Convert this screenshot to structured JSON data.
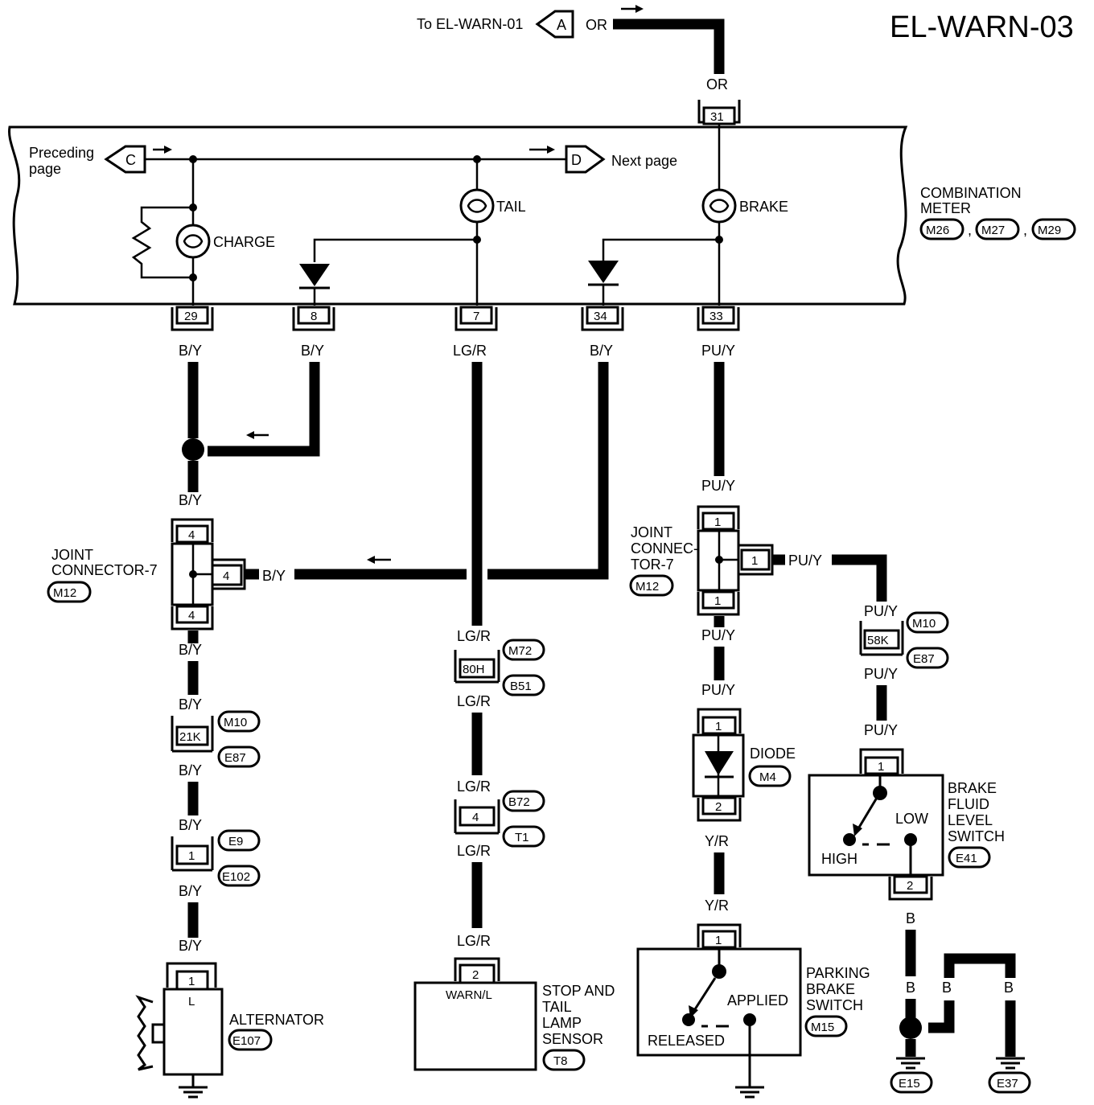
{
  "title": "EL-WARN-03",
  "refs": {
    "to_warn01": "To EL-WARN-01",
    "arrow_a": "A",
    "arrow_c": "C",
    "arrow_d": "D",
    "preceding_1": "Preceding",
    "preceding_2": "page",
    "next_page": "Next page"
  },
  "combination_meter": {
    "label_1": "COMBINATION",
    "label_2": "METER",
    "connectors": [
      "M26",
      "M27",
      "M29"
    ],
    "lamps": {
      "charge": "CHARGE",
      "tail": "TAIL",
      "brake": "BRAKE"
    },
    "pins": {
      "p31": "31",
      "p29": "29",
      "p8": "8",
      "p7": "7",
      "p34": "34",
      "p33": "33"
    }
  },
  "wires": {
    "or": "OR",
    "by": "B/Y",
    "lgr": "LG/R",
    "puy": "PU/Y",
    "yr": "Y/R",
    "b": "B"
  },
  "joint_connector_left": {
    "label_1": "JOINT",
    "label_2": "CONNECTOR-7",
    "code": "M12",
    "pin_top": "4",
    "pin_side": "4",
    "pin_bottom": "4"
  },
  "joint_connector_right": {
    "label_1": "JOINT",
    "label_2": "CONNEC-",
    "label_3": "TOR-7",
    "code": "M12",
    "pin_top": "1",
    "pin_side": "1",
    "pin_bottom": "1"
  },
  "inline_21k": {
    "pin": "21K",
    "code_top": "M10",
    "code_bottom": "E87"
  },
  "inline_1": {
    "pin": "1",
    "code_top": "E9",
    "code_bottom": "E102"
  },
  "inline_80h": {
    "pin": "80H",
    "code_top": "M72",
    "code_bottom": "B51"
  },
  "inline_4": {
    "pin": "4",
    "code_top": "B72",
    "code_bottom": "T1"
  },
  "inline_58k": {
    "pin": "58K",
    "code_top": "M10",
    "code_bottom": "E87"
  },
  "alternator": {
    "label": "ALTERNATOR",
    "code": "E107",
    "pin": "1",
    "terminal": "L"
  },
  "stop_tail_sensor": {
    "label_1": "STOP AND",
    "label_2": "TAIL",
    "label_3": "LAMP",
    "label_4": "SENSOR",
    "code": "T8",
    "pin": "2",
    "terminal": "WARN/L"
  },
  "diode": {
    "label": "DIODE",
    "code": "M4",
    "pin_top": "1",
    "pin_bottom": "2"
  },
  "parking_brake_switch": {
    "label_1": "PARKING",
    "label_2": "BRAKE",
    "label_3": "SWITCH",
    "code": "M15",
    "pin": "1",
    "applied": "APPLIED",
    "released": "RELEASED"
  },
  "brake_fluid_switch": {
    "label_1": "BRAKE",
    "label_2": "FLUID",
    "label_3": "LEVEL",
    "label_4": "SWITCH",
    "code": "E41",
    "pin_top": "1",
    "pin_bottom": "2",
    "low": "LOW",
    "high": "HIGH"
  },
  "grounds": {
    "e15": "E15",
    "e37": "E37"
  }
}
